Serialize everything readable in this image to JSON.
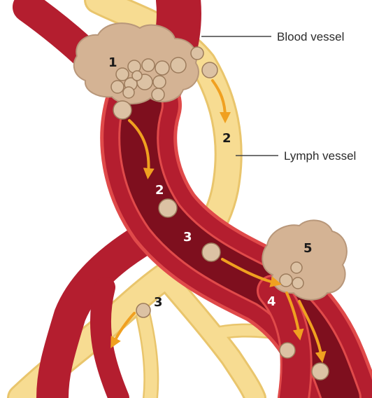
{
  "callouts": {
    "blood_vessel": "Blood vessel",
    "lymph_vessel": "Lymph vessel"
  },
  "steps": {
    "primary_tumor": "1",
    "blood_entry": "2",
    "lymph_entry": "2",
    "circulation": "3",
    "lymph_spread": "3",
    "exit": "4",
    "secondary_tumor": "5"
  },
  "colors": {
    "blood_outer": "#b41e2f",
    "blood_inner": "#7e0f1e",
    "blood_edge": "#e04a4a",
    "lymph": "#f7dc92",
    "lymph_edge": "#e9c56c",
    "tumor": "#d4b394",
    "tumor_edge": "#b8977a",
    "cell": "#dcc2a4",
    "cell_edge": "#9c7b5c",
    "arrow": "#f0a020",
    "callout_line": "#444444"
  }
}
